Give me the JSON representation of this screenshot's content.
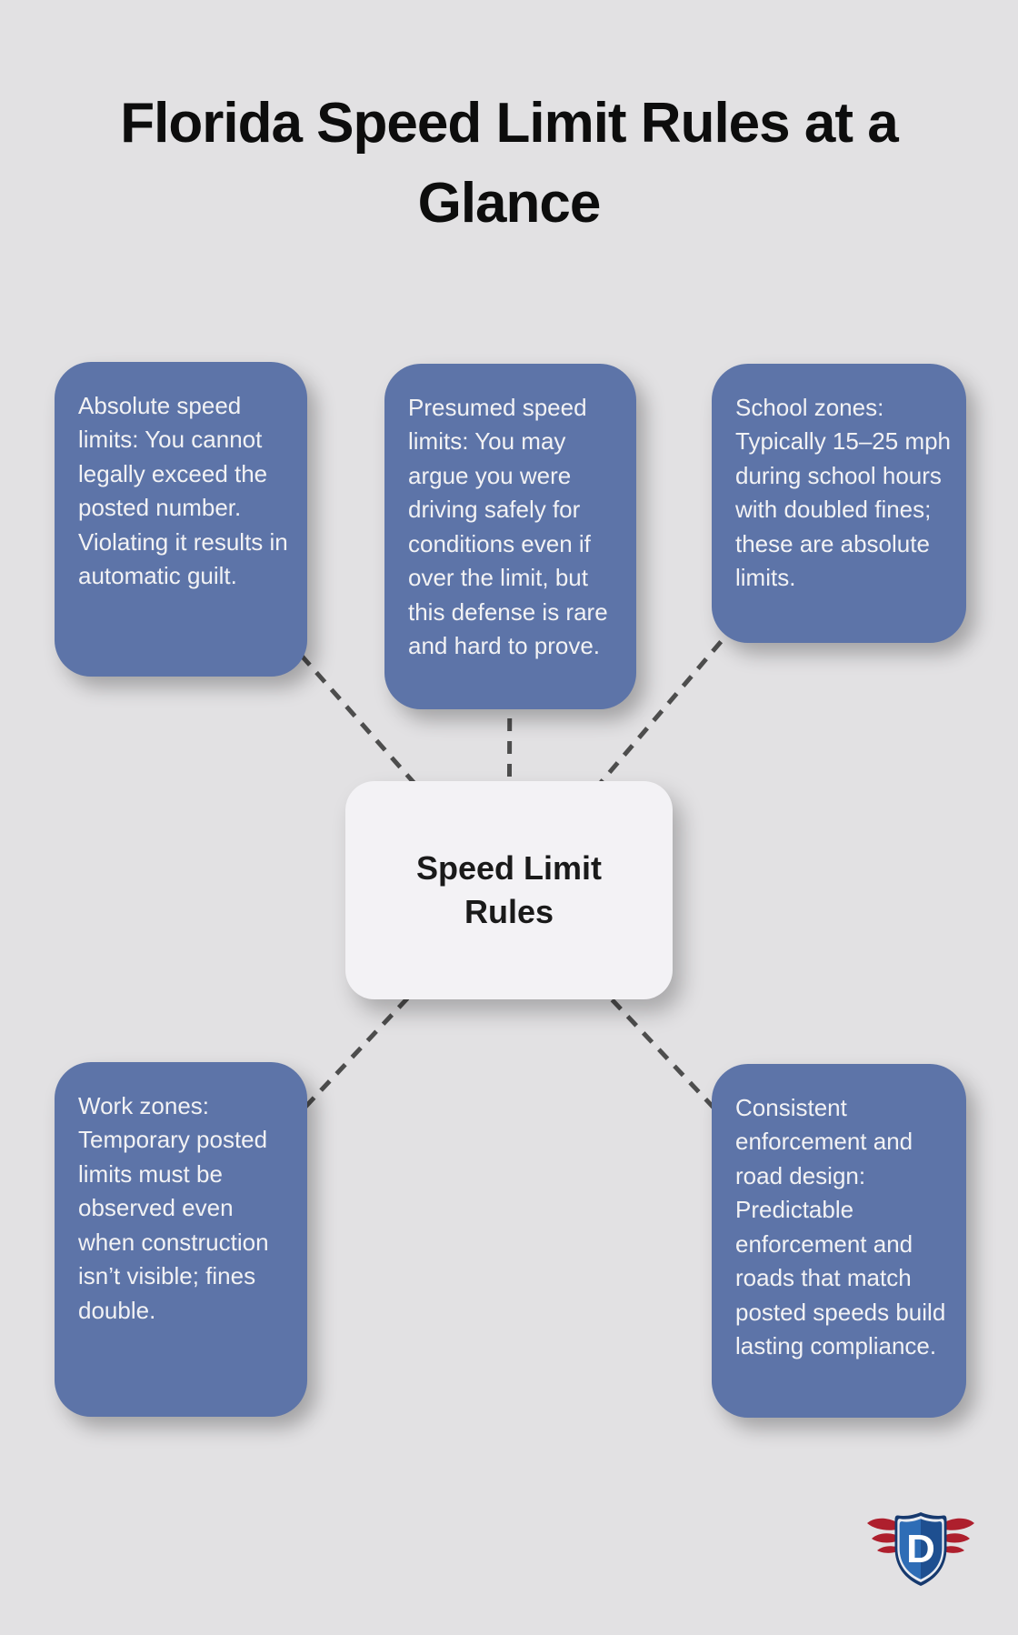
{
  "title": "Florida Speed Limit Rules at a Glance",
  "center_node": {
    "label": "Speed Limit Rules"
  },
  "nodes": [
    {
      "id": "absolute-speed-limits",
      "text": "Absolute speed limits: You cannot legally exceed the posted number. Violating it results in automatic guilt."
    },
    {
      "id": "presumed-speed-limits",
      "text": "Presumed speed limits: You may argue you were driving safely for conditions even if over the limit, but this defense is rare and hard to prove."
    },
    {
      "id": "school-zones",
      "text": "School zones: Typically 15–25 mph during school hours with doubled fines; these are absolute limits."
    },
    {
      "id": "work-zones",
      "text": "Work zones: Temporary posted limits must be observed even when construction isn’t visible; fines double."
    },
    {
      "id": "consistent-enforcement",
      "text": "Consistent enforcement and road design: Predictable enforcement and roads that match posted speeds build lasting compliance."
    }
  ],
  "logo": {
    "letter": "D"
  },
  "colors": {
    "background": "#e2e1e3",
    "node_fill": "#5d74a8",
    "node_text": "#f2f2f4",
    "center_fill": "#f3f2f5",
    "center_text": "#1a1a1a",
    "connector": "#4d4d4d",
    "title_text": "#0d0d0d",
    "logo_shield": "#16396e",
    "logo_shield_inner_left": "#2e6db6",
    "logo_shield_inner_right": "#1e4f90",
    "logo_wing": "#ae1f2d"
  }
}
